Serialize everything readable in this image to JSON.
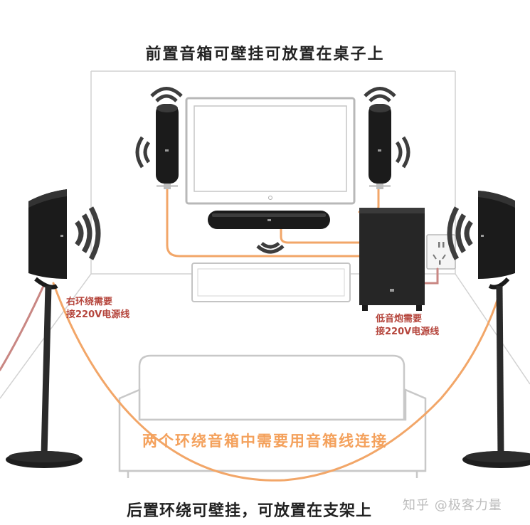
{
  "title_top": "前置音箱可壁挂可放置在桌子上",
  "title_bottom": "后置环绕可壁挂，可放置在支架上",
  "note_left": "右环绕需要\n接220V电源线",
  "note_right": "低音炮需要\n接220V电源线",
  "caption_middle": "两个环绕音箱中需要用音箱线连接",
  "watermark": "知乎 @极客力量",
  "colors": {
    "audio_cable": "#f2a668",
    "power_cable": "#c98783",
    "speaker": "#1b1b1b",
    "annotation_text": "#b5453c",
    "caption_text": "#f4a15c",
    "room_lines": "#d0d0d0",
    "sound_waves": "#3d3d3d"
  }
}
